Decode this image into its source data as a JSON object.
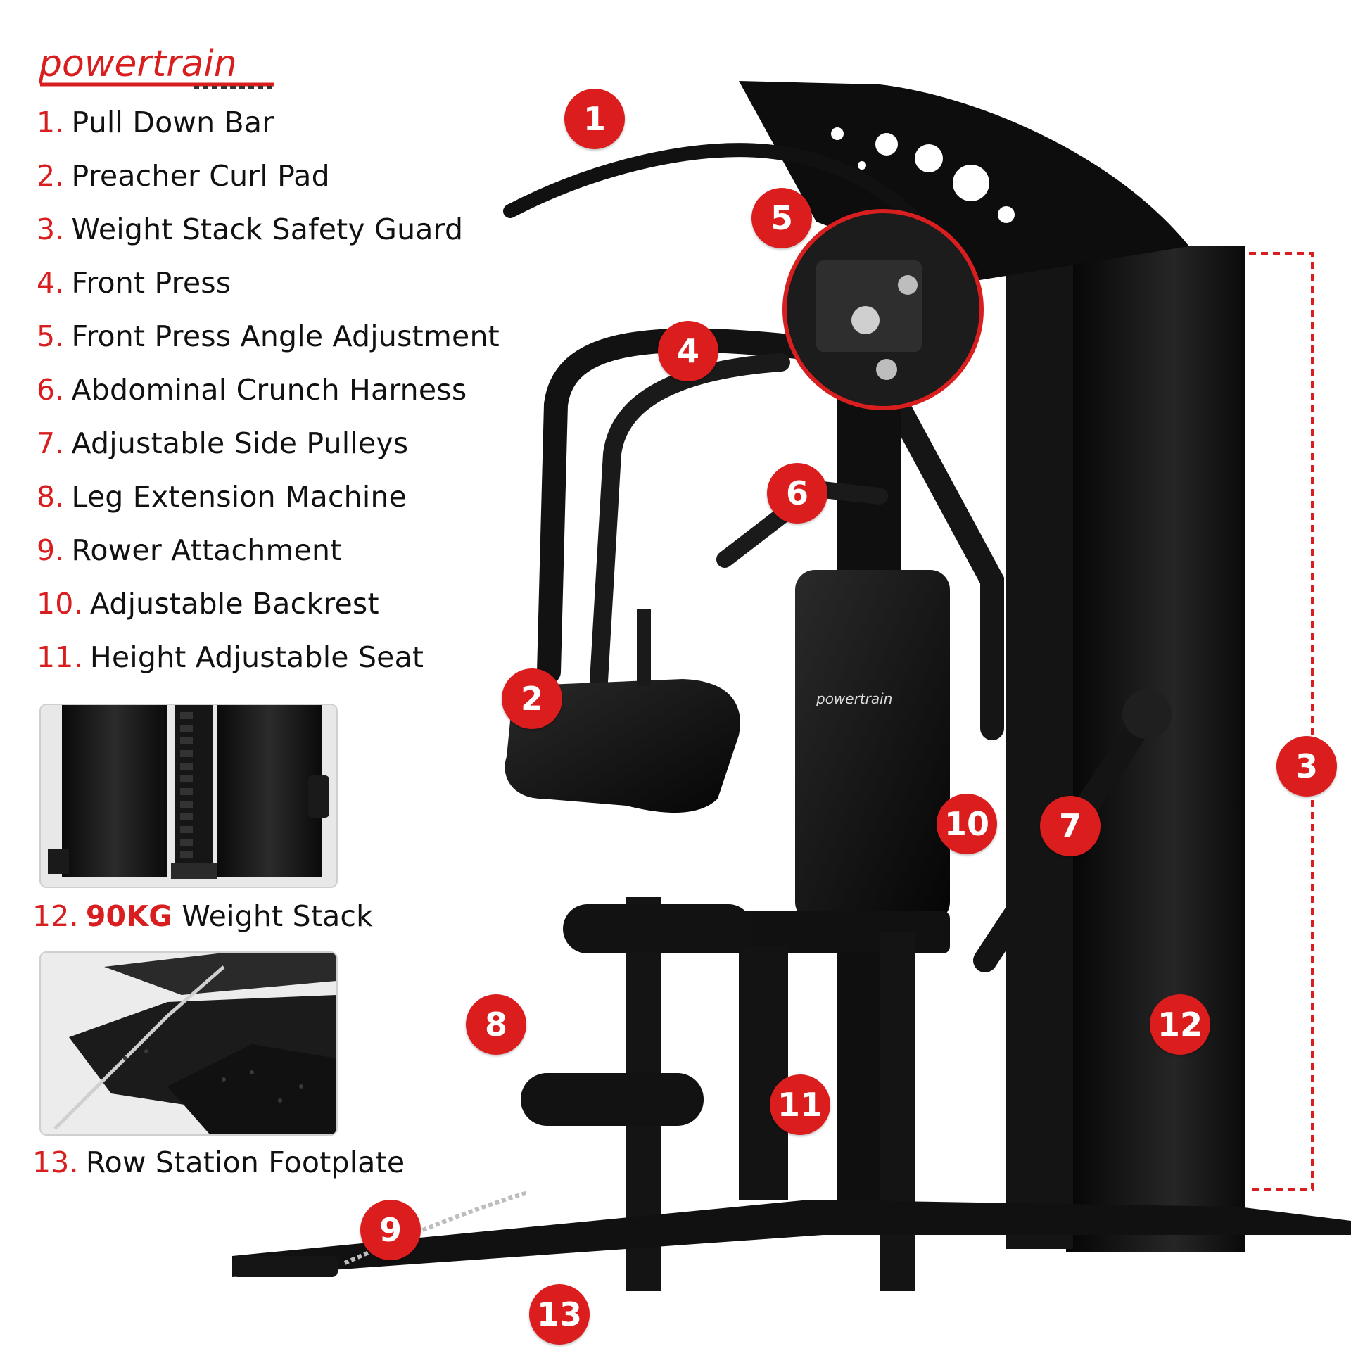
{
  "brand": {
    "name": "powertrain",
    "accent": "#d81e1e"
  },
  "features": [
    {
      "num": "1.",
      "label": "Pull Down Bar"
    },
    {
      "num": "2.",
      "label": "Preacher Curl Pad"
    },
    {
      "num": "3.",
      "label": "Weight Stack Safety Guard"
    },
    {
      "num": "4.",
      "label": "Front Press"
    },
    {
      "num": "5.",
      "label": "Front Press Angle Adjustment"
    },
    {
      "num": "6.",
      "label": "Abdominal Crunch Harness"
    },
    {
      "num": "7.",
      "label": "Adjustable Side Pulleys"
    },
    {
      "num": "8.",
      "label": "Leg Extension Machine"
    },
    {
      "num": "9.",
      "label": "Rower Attachment"
    },
    {
      "num": "10.",
      "label": "Adjustable Backrest"
    },
    {
      "num": "11.",
      "label": "Height Adjustable Seat"
    }
  ],
  "weight_stack": {
    "num": "12.",
    "amount": "90KG",
    "label": "Weight Stack"
  },
  "footplate": {
    "num": "13.",
    "label": "Row Station Footplate"
  },
  "markers": [
    "1",
    "2",
    "3",
    "4",
    "5",
    "6",
    "7",
    "8",
    "9",
    "10",
    "11",
    "12",
    "13"
  ],
  "seat_logo": "powertrain"
}
